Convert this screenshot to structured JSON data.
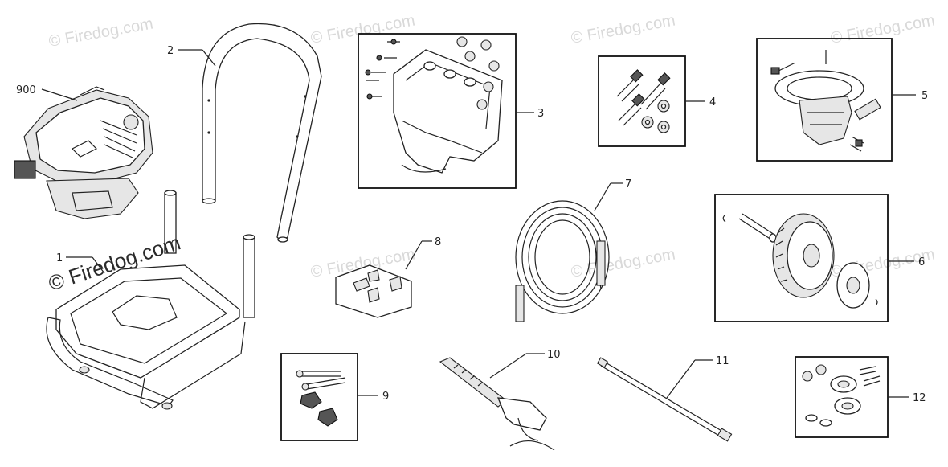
{
  "watermark": {
    "brand": "© Firedog.com",
    "brand_main": "© Firedog.com"
  },
  "labels": {
    "p900": "900",
    "p1": "1",
    "p2": "2",
    "p3": "3",
    "p4": "4",
    "p5": "5",
    "p6": "6",
    "p7": "7",
    "p8": "8",
    "p9": "9",
    "p10": "10",
    "p11": "11",
    "p12": "12"
  }
}
